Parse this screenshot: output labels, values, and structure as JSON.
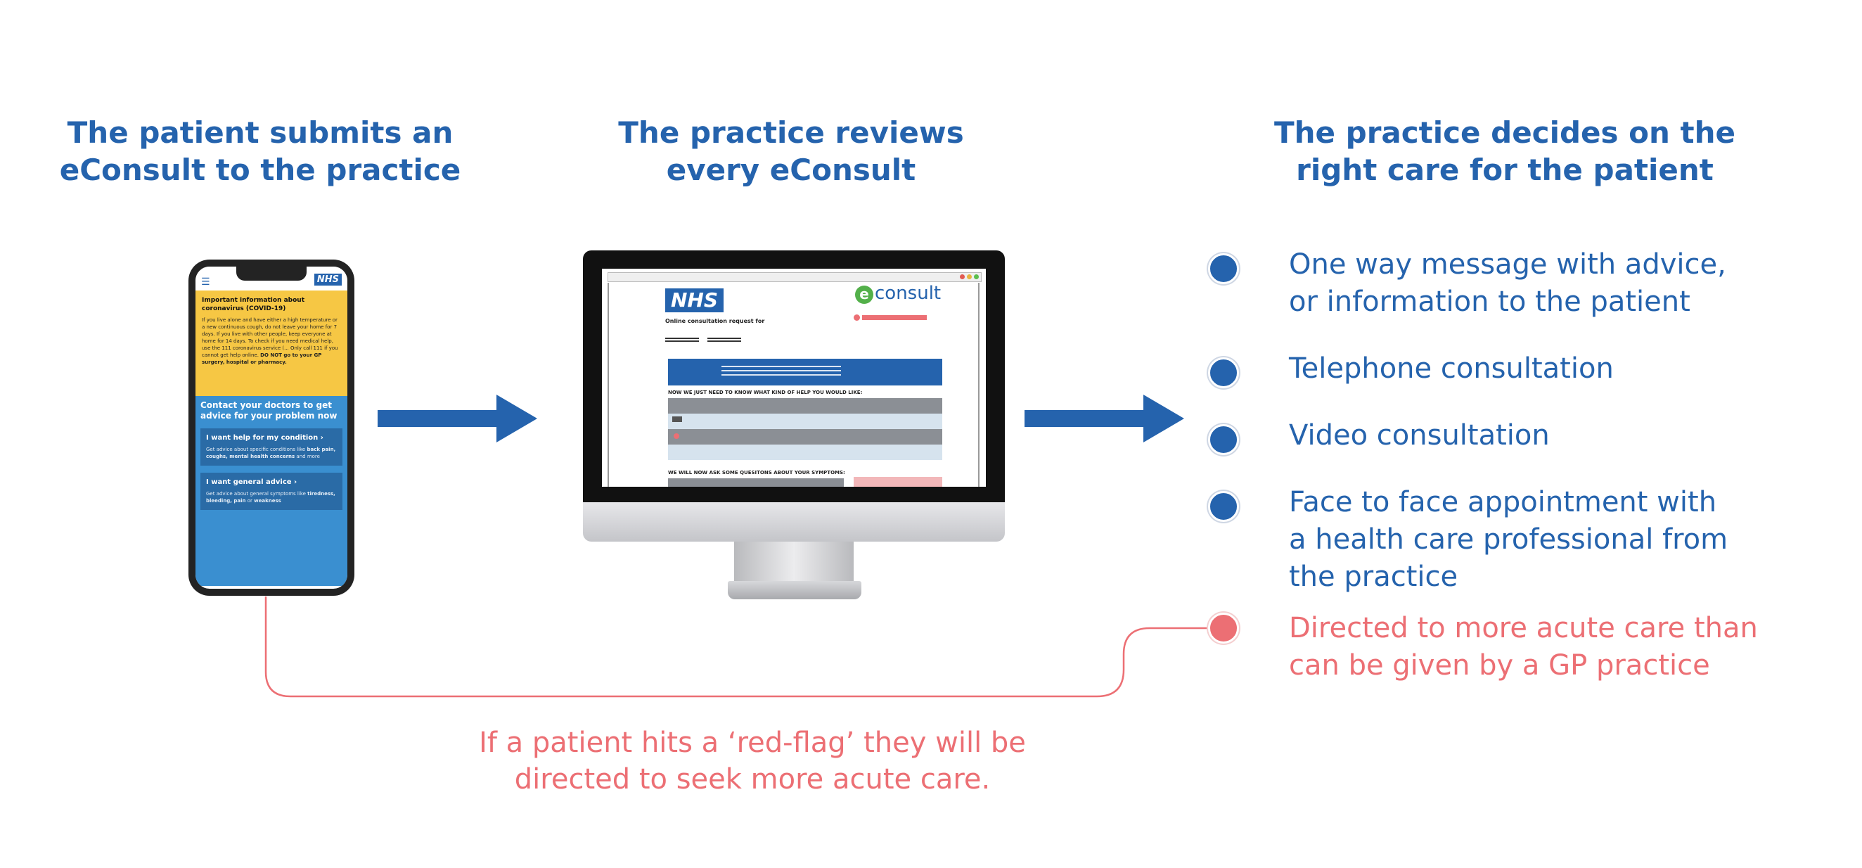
{
  "steps": [
    {
      "heading": "The patient submits an\neConsult to the practice"
    },
    {
      "heading": "The practice reviews\nevery eConsult"
    },
    {
      "heading": "The practice decides on the\nright care for the patient"
    }
  ],
  "phone": {
    "nhs_logo": "NHS",
    "covid_title": "Important information about coronavirus (COVID-19)",
    "covid_body_1": "If you live alone and have either a high temperature or a new continuous cough, do not leave your home for 7 days. If you live with other people, keep everyone at home for 14 days. To check if you need medical help, use the 111 coronavirus service (... Only call 111 if you cannot get help online. ",
    "covid_body_2": "DO NOT go to your GP surgery, hospital or pharmacy.",
    "contact_text": "Contact your doctors to get advice for your problem now",
    "card1_title": "I want help for my condition  ›",
    "card1_body_1": "Get advice about specific conditions like ",
    "card1_body_2": "back pain, coughs, mental health concerns",
    "card1_body_3": " and more",
    "card2_title": "I want general advice  ›",
    "card2_body_1": "Get advice about general symptoms like ",
    "card2_body_2": "tiredness, bleeding, pain",
    "card2_body_3": " or ",
    "card2_body_4": "weakness"
  },
  "monitor": {
    "nhs_logo": "NHS",
    "econsult_e": "e",
    "econsult_word": "consult",
    "request_label": "Online consultation request for",
    "section1": "NOW WE JUST NEED TO KNOW WHAT KIND OF HELP YOU WOULD LIKE:",
    "section2": "WE WILL NOW ASK SOME QUESITONS ABOUT YOUR SYMPTOMS:"
  },
  "options": [
    {
      "text": "One way message with advice,\nor information to the patient",
      "color": "#2563ad"
    },
    {
      "text": "Telephone consultation",
      "color": "#2563ad"
    },
    {
      "text": "Video consultation",
      "color": "#2563ad"
    },
    {
      "text": "Face to face appointment with\na health care professional from\nthe practice",
      "color": "#2563ad"
    },
    {
      "text": "Directed to more acute care than\ncan be given by a GP practice",
      "color": "#ec6f74"
    }
  ],
  "redflag_note": "If a patient hits a ‘red-flag’ they will be\ndirected to seek more acute care.",
  "colors": {
    "primary": "#2563ad",
    "alert": "#ec6f74"
  }
}
